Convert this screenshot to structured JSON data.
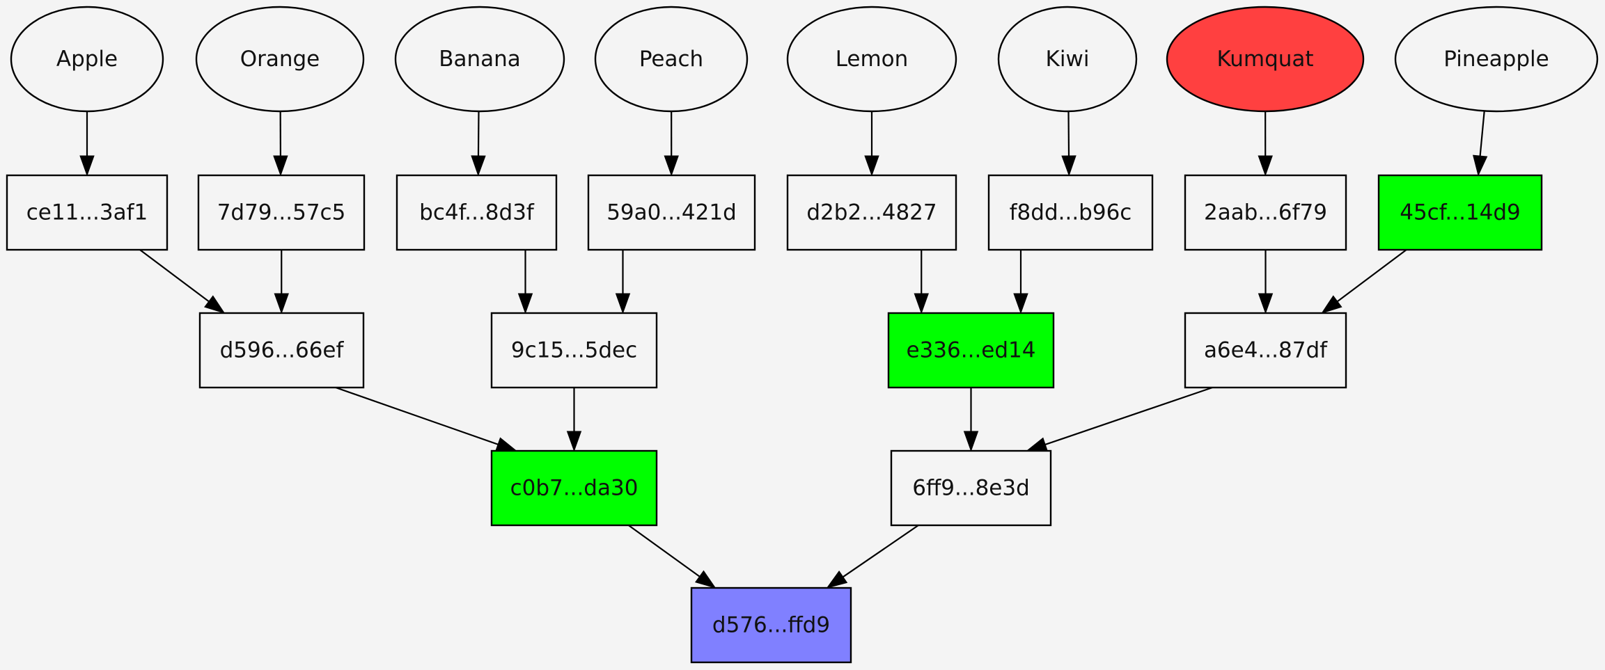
{
  "colors": {
    "background": "#f4f4f4",
    "default_fill": "#f4f4f4",
    "highlight_red": "#ff4040",
    "highlight_green": "#00ff00",
    "root_blue": "#8080ff",
    "stroke": "#000000"
  },
  "leaves": [
    {
      "id": "apple",
      "label": "Apple",
      "fill": "default"
    },
    {
      "id": "orange",
      "label": "Orange",
      "fill": "default"
    },
    {
      "id": "banana",
      "label": "Banana",
      "fill": "default"
    },
    {
      "id": "peach",
      "label": "Peach",
      "fill": "default"
    },
    {
      "id": "lemon",
      "label": "Lemon",
      "fill": "default"
    },
    {
      "id": "kiwi",
      "label": "Kiwi",
      "fill": "default"
    },
    {
      "id": "kumquat",
      "label": "Kumquat",
      "fill": "red"
    },
    {
      "id": "pineapple",
      "label": "Pineapple",
      "fill": "default"
    }
  ],
  "hashes": [
    {
      "id": "h-ce11",
      "label": "ce11...3af1",
      "fill": "default"
    },
    {
      "id": "h-7d79",
      "label": "7d79...57c5",
      "fill": "default"
    },
    {
      "id": "h-bc4f",
      "label": "bc4f...8d3f",
      "fill": "default"
    },
    {
      "id": "h-59a0",
      "label": "59a0...421d",
      "fill": "default"
    },
    {
      "id": "h-d2b2",
      "label": "d2b2...4827",
      "fill": "default"
    },
    {
      "id": "h-f8dd",
      "label": "f8dd...b96c",
      "fill": "default"
    },
    {
      "id": "h-2aab",
      "label": "2aab...6f79",
      "fill": "default"
    },
    {
      "id": "h-45cf",
      "label": "45cf...14d9",
      "fill": "green"
    },
    {
      "id": "h-d596",
      "label": "d596...66ef",
      "fill": "default"
    },
    {
      "id": "h-9c15",
      "label": "9c15...5dec",
      "fill": "default"
    },
    {
      "id": "h-e336",
      "label": "e336...ed14",
      "fill": "green"
    },
    {
      "id": "h-a6e4",
      "label": "a6e4...87df",
      "fill": "default"
    },
    {
      "id": "h-c0b7",
      "label": "c0b7...da30",
      "fill": "green"
    },
    {
      "id": "h-6ff9",
      "label": "6ff9...8e3d",
      "fill": "default"
    },
    {
      "id": "h-d576",
      "label": "d576...ffd9",
      "fill": "blue"
    }
  ],
  "edges": [
    [
      "apple",
      "h-ce11"
    ],
    [
      "orange",
      "h-7d79"
    ],
    [
      "banana",
      "h-bc4f"
    ],
    [
      "peach",
      "h-59a0"
    ],
    [
      "lemon",
      "h-d2b2"
    ],
    [
      "kiwi",
      "h-f8dd"
    ],
    [
      "kumquat",
      "h-2aab"
    ],
    [
      "pineapple",
      "h-45cf"
    ],
    [
      "h-ce11",
      "h-d596"
    ],
    [
      "h-7d79",
      "h-d596"
    ],
    [
      "h-bc4f",
      "h-9c15"
    ],
    [
      "h-59a0",
      "h-9c15"
    ],
    [
      "h-d2b2",
      "h-e336"
    ],
    [
      "h-f8dd",
      "h-e336"
    ],
    [
      "h-2aab",
      "h-a6e4"
    ],
    [
      "h-45cf",
      "h-a6e4"
    ],
    [
      "h-d596",
      "h-c0b7"
    ],
    [
      "h-9c15",
      "h-c0b7"
    ],
    [
      "h-e336",
      "h-6ff9"
    ],
    [
      "h-a6e4",
      "h-6ff9"
    ],
    [
      "h-c0b7",
      "h-d576"
    ],
    [
      "h-6ff9",
      "h-d576"
    ]
  ]
}
